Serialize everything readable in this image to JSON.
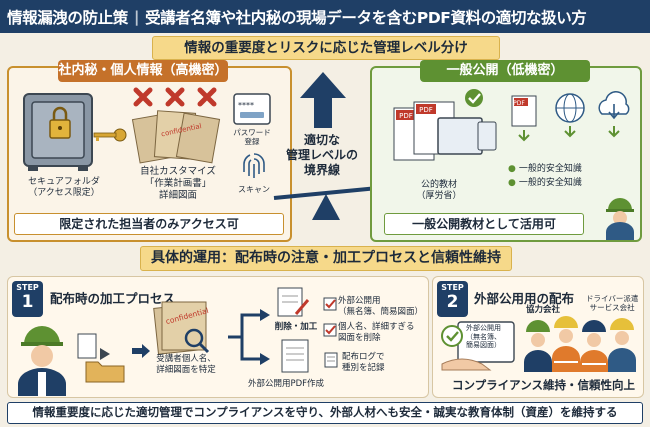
{
  "header": {
    "title": "情報漏洩の防止策",
    "subtitle": "受講者名簿や社内秘の現場データを含むPDF資料の適切な扱い方"
  },
  "banner1": "情報の重要度とリスクに応じた管理レベル分け",
  "left_panel": {
    "tag": "社内秘・個人情報（高機密）",
    "safe_label": "セキュアフォルダ\n（アクセス限定）",
    "docs_label": "自社カスタマイズ\n「作業計画書」\n詳細図面",
    "password_label": "パスワード\n登録",
    "scan_label": "スキャン",
    "stamp": "confidential",
    "caption": "限定された担当者のみアクセス可"
  },
  "center": {
    "label": "適切な\n管理レベルの\n境界線"
  },
  "right_panel": {
    "tag": "一般公開（低機密）",
    "material_label": "公的教材\n（厚労省）",
    "pdf_label": "PDF",
    "bullets": [
      "一般的安全知識",
      "一般的安全知識"
    ],
    "caption": "一般公開教材として活用可"
  },
  "banner2": "具体的運用：配布時の注意・加工プロセスと信頼性維持",
  "step1": {
    "step_label": "STEP",
    "step_num": "1",
    "title": "配布時の加工プロセス",
    "doc_label": "受講者個人名、\n詳細図面を特定",
    "delete_label": "削除・加工",
    "output_label": "外部公開用PDF作成",
    "check1": "外部公開用\n（無名簿、簡易図面）",
    "check2": "個人名、詳細すぎる\n図面を削除",
    "check3": "配布ログで\n種別を記録"
  },
  "step2": {
    "step_label": "STEP",
    "step_num": "2",
    "title": "外部公用用の配布",
    "doc_label": "外部公開用\n（無名簿、\n簡易図面）",
    "partner": "協力会社",
    "dispatch": "ドライバー派遣\nサービス会社",
    "caption": "コンプライアンス維持・信頼性向上"
  },
  "footer": "情報重要度に応じた適切管理でコンプライアンスを守り、外部人材へも安全・誠実な教育体制（資産）を維持する",
  "colors": {
    "navy": "#1f3f66",
    "orange": "#c5712a",
    "green": "#5e9132",
    "red": "#c0392b"
  }
}
